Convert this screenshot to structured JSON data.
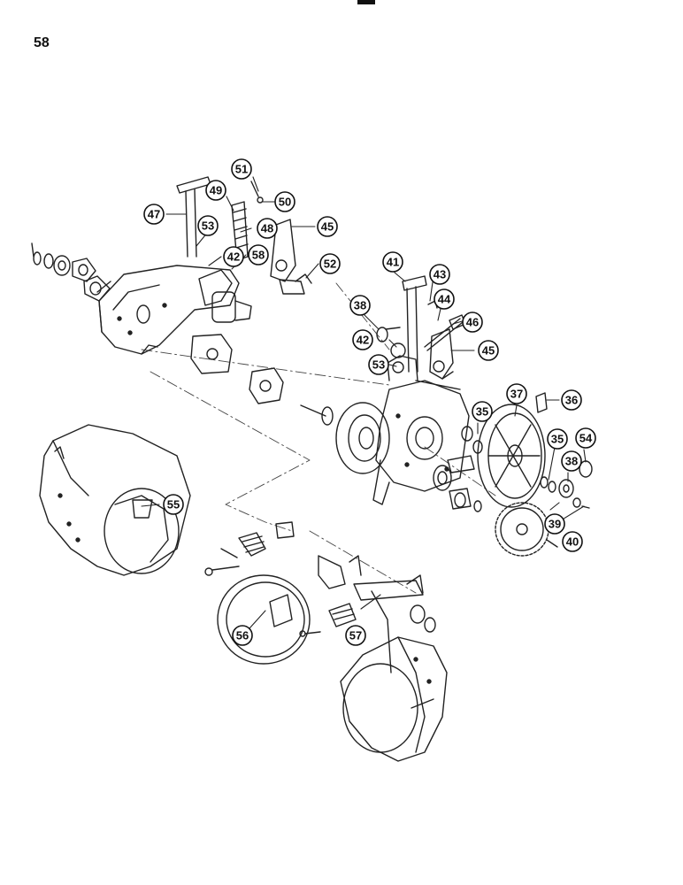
{
  "page_number": "58",
  "callouts": [
    {
      "label": "51"
    },
    {
      "label": "49"
    },
    {
      "label": "50"
    },
    {
      "label": "47"
    },
    {
      "label": "53"
    },
    {
      "label": "48"
    },
    {
      "label": "45"
    },
    {
      "label": "42"
    },
    {
      "label": "58"
    },
    {
      "label": "52"
    },
    {
      "label": "41"
    },
    {
      "label": "43"
    },
    {
      "label": "44"
    },
    {
      "label": "38"
    },
    {
      "label": "46"
    },
    {
      "label": "42"
    },
    {
      "label": "45"
    },
    {
      "label": "53"
    },
    {
      "label": "37"
    },
    {
      "label": "36"
    },
    {
      "label": "35"
    },
    {
      "label": "35"
    },
    {
      "label": "54"
    },
    {
      "label": "38"
    },
    {
      "label": "39"
    },
    {
      "label": "40"
    },
    {
      "label": "55"
    },
    {
      "label": "56"
    },
    {
      "label": "57"
    }
  ]
}
